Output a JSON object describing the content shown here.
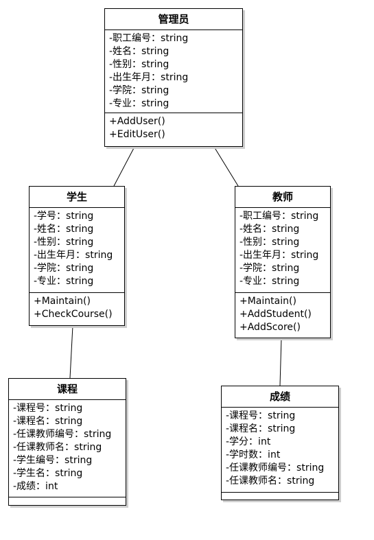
{
  "classes": {
    "admin": {
      "title": "管理员",
      "attributes": [
        "-职工编号：string",
        "-姓名：string",
        "-性别：string",
        "-出生年月：string",
        "-学院：string",
        "-专业：string"
      ],
      "methods": [
        "+AddUser()",
        "+EditUser()"
      ]
    },
    "student": {
      "title": "学生",
      "attributes": [
        "-学号：string",
        "-姓名：string",
        "-性别：string",
        "-出生年月：string",
        "-学院：string",
        "-专业：string"
      ],
      "methods": [
        "+Maintain()",
        "+CheckCourse()"
      ]
    },
    "teacher": {
      "title": "教师",
      "attributes": [
        "-职工编号：string",
        "-姓名：string",
        "-性别：string",
        "-出生年月：string",
        "-学院：string",
        "-专业：string"
      ],
      "methods": [
        "+Maintain()",
        "+AddStudent()",
        "+AddScore()"
      ]
    },
    "course": {
      "title": "课程",
      "attributes": [
        "-课程号：string",
        "-课程名：string",
        "-任课教师编号：string",
        "-任课教师名：string",
        "-学生编号：string",
        "-学生名：string",
        "-成绩：int"
      ],
      "methods": []
    },
    "score": {
      "title": "成绩",
      "attributes": [
        "-课程号：string",
        "-课程名：string",
        "-学分：int",
        "-学时数：int",
        "-任课教师编号：string",
        "-任课教师名：string"
      ],
      "methods": []
    }
  }
}
